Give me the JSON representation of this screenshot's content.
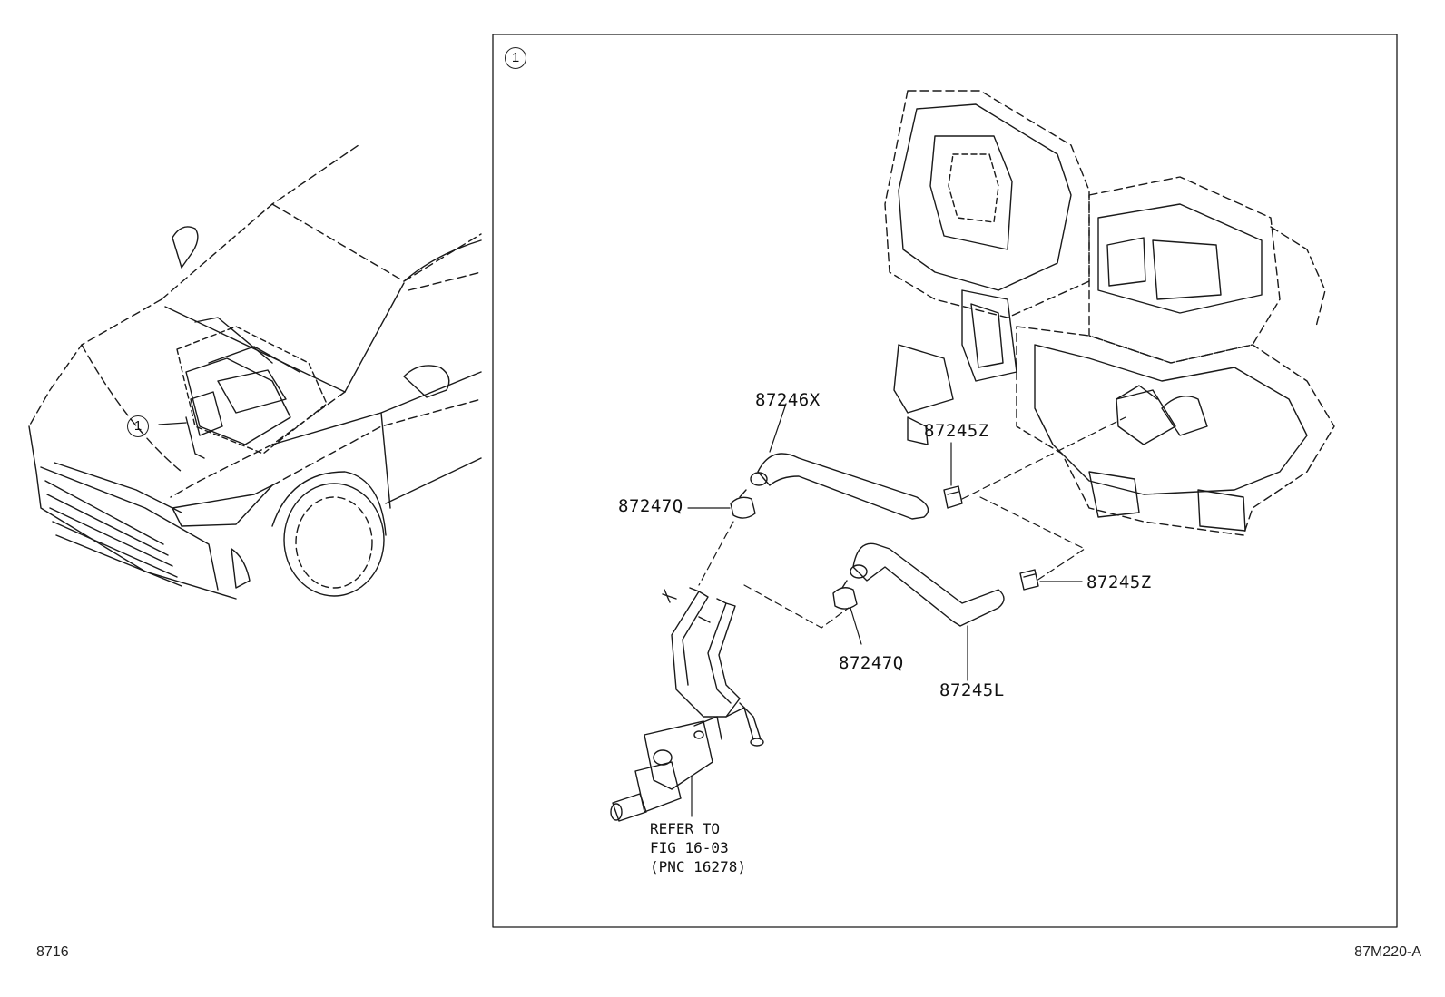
{
  "diagram": {
    "callout_marker": "1",
    "parts": [
      {
        "id": "p-87246x",
        "number": "87246X"
      },
      {
        "id": "p-87245z-a",
        "number": "87245Z"
      },
      {
        "id": "p-87247q-a",
        "number": "87247Q"
      },
      {
        "id": "p-87245z-b",
        "number": "87245Z"
      },
      {
        "id": "p-87247q-b",
        "number": "87247Q"
      },
      {
        "id": "p-87245l",
        "number": "87245L"
      }
    ],
    "refer_note": {
      "line1": "REFER TO",
      "line2": "FIG 16-03",
      "line3": "(PNC 16278)"
    }
  },
  "footer": {
    "left_code": "8716",
    "right_code": "87M220-A"
  },
  "colors": {
    "line": "#1a1a1a",
    "background": "#ffffff"
  }
}
